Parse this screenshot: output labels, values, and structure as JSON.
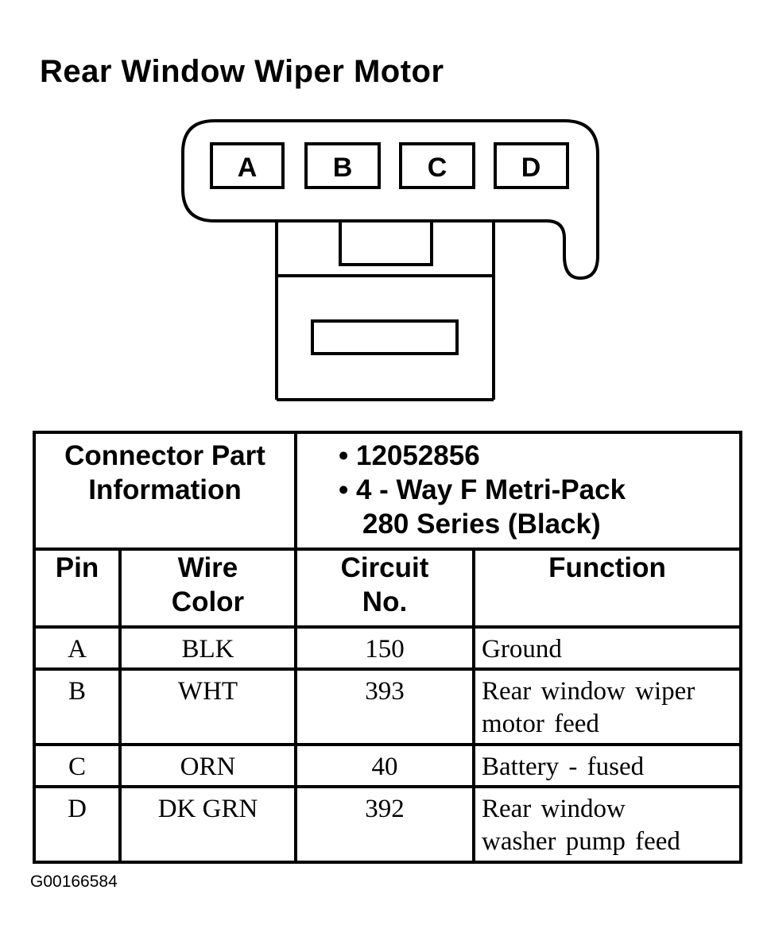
{
  "title": "Rear Window Wiper Motor",
  "connector": {
    "pins": [
      "A",
      "B",
      "C",
      "D"
    ]
  },
  "table": {
    "info_label_line1": "Connector Part",
    "info_label_line2": "Information",
    "info_values": {
      "part_number": "12052856",
      "description_line1": "4 - Way F Metri-Pack",
      "description_line2": "280 Series (Black)"
    },
    "headers": {
      "pin": "Pin",
      "wire_color_line1": "Wire",
      "wire_color_line2": "Color",
      "circuit_line1": "Circuit",
      "circuit_line2": "No.",
      "function": "Function"
    },
    "rows": [
      {
        "pin": "A",
        "wire_color": "BLK",
        "circuit": "150",
        "function_line1": "Ground",
        "function_line2": ""
      },
      {
        "pin": "B",
        "wire_color": "WHT",
        "circuit": "393",
        "function_line1": "Rear window wiper",
        "function_line2": "motor feed"
      },
      {
        "pin": "C",
        "wire_color": "ORN",
        "circuit": "40",
        "function_line1": "Battery - fused",
        "function_line2": ""
      },
      {
        "pin": "D",
        "wire_color": "DK GRN",
        "circuit": "392",
        "function_line1": "Rear window",
        "function_line2": "washer pump feed"
      }
    ]
  },
  "footer_code": "G00166584"
}
